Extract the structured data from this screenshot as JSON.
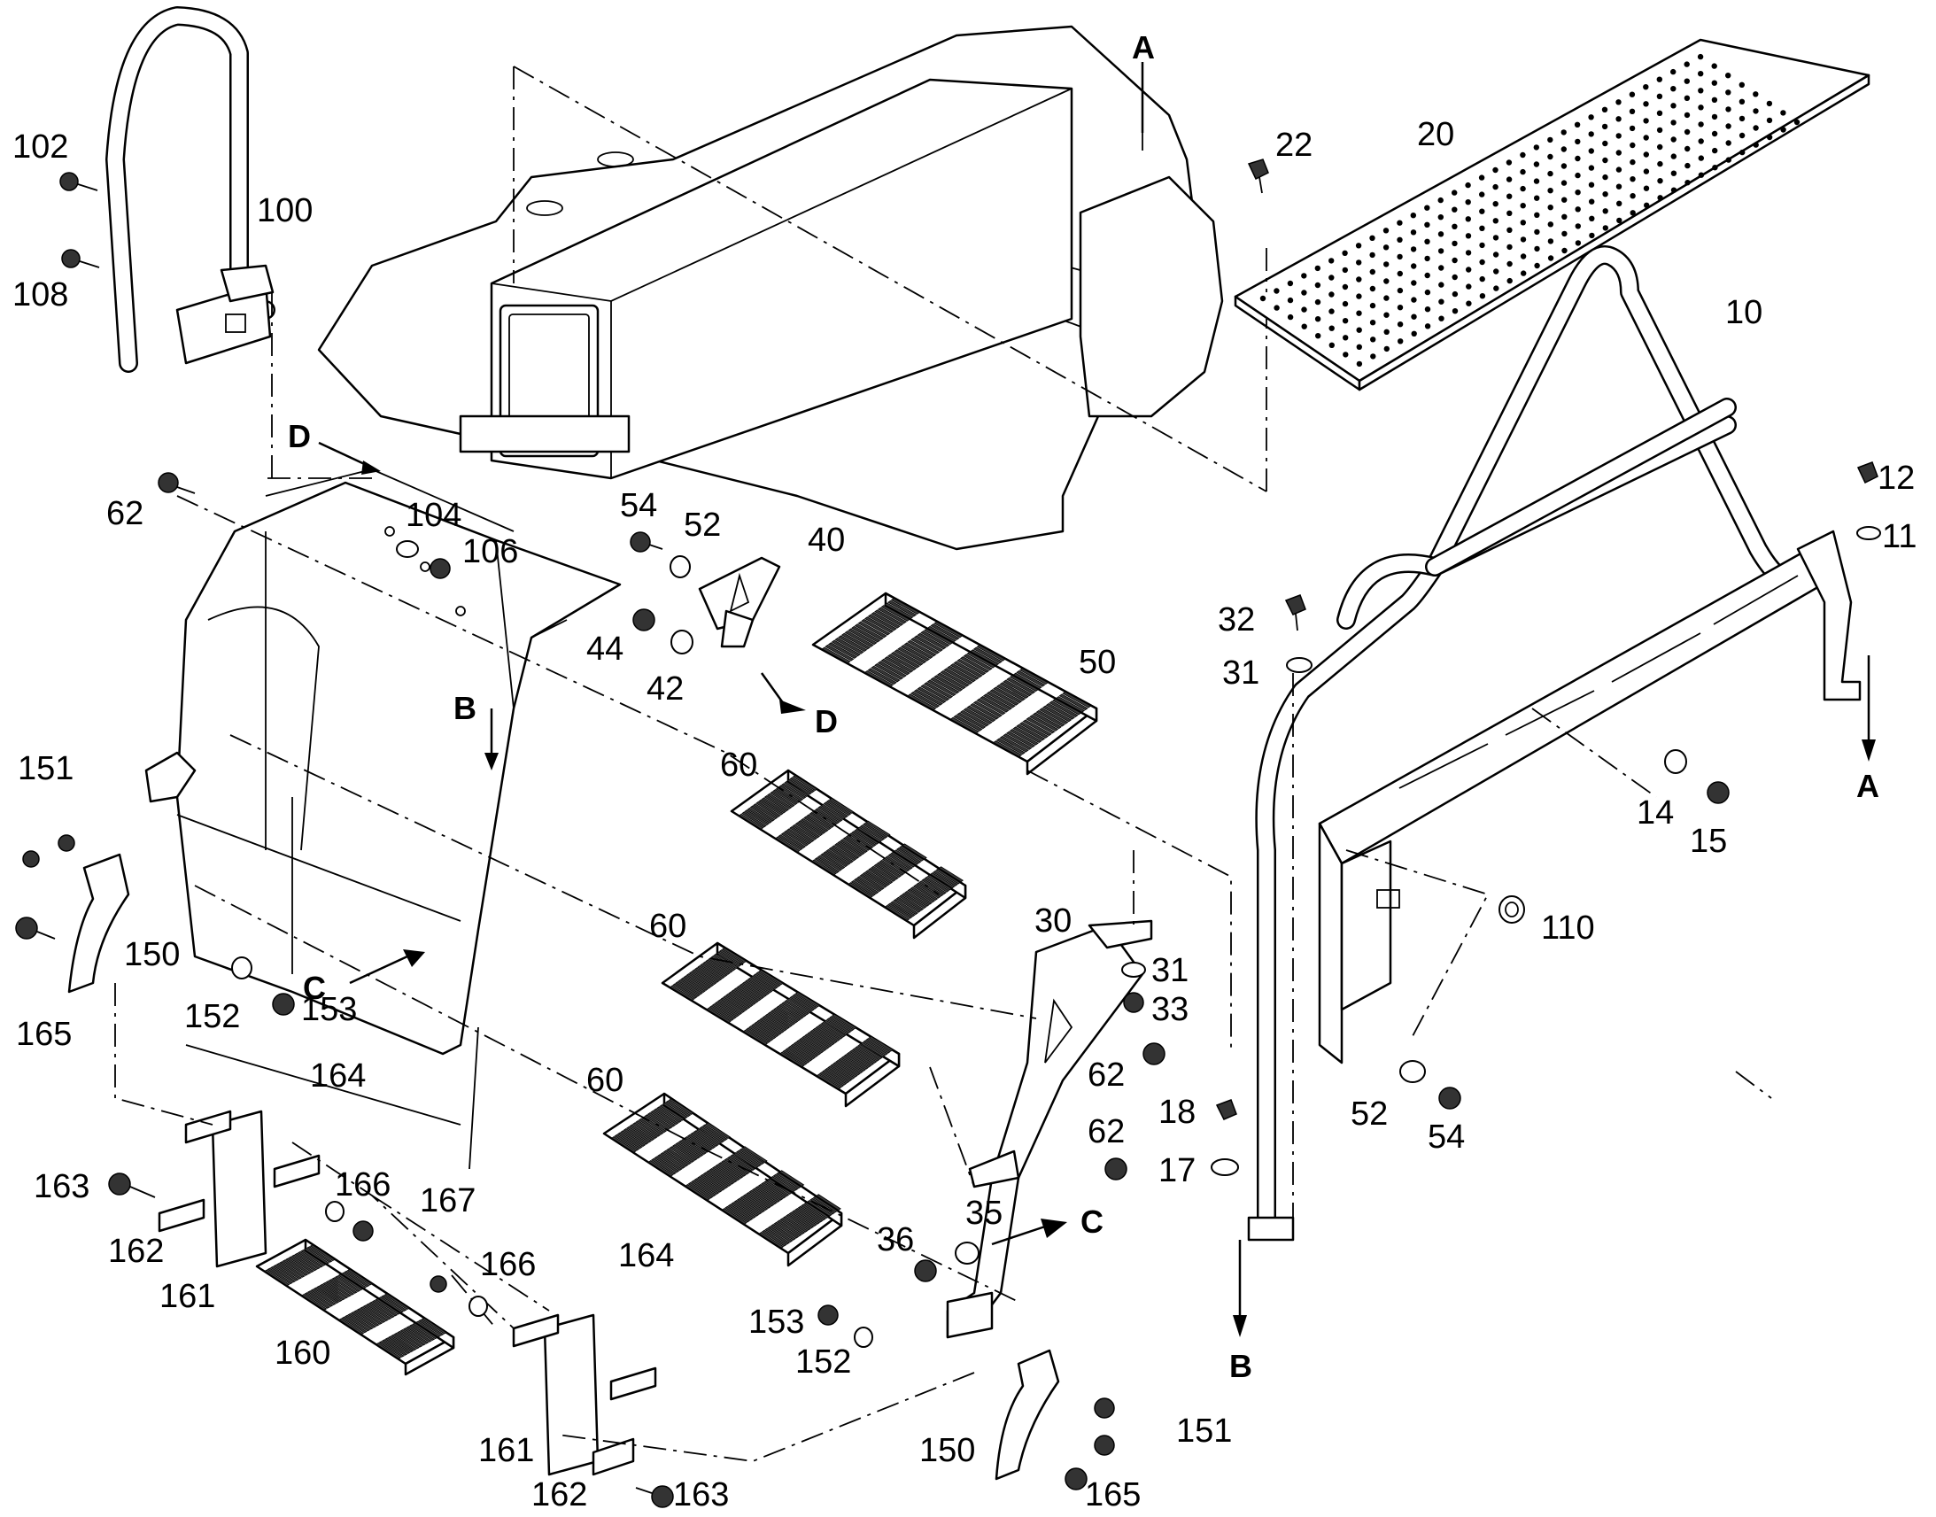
{
  "diagram": {
    "part_labels": [
      "102",
      "100",
      "108",
      "22",
      "20",
      "10",
      "12",
      "11",
      "62",
      "104",
      "106",
      "54",
      "52",
      "40",
      "32",
      "31",
      "44",
      "42",
      "50",
      "151",
      "60",
      "14",
      "15",
      "110",
      "150",
      "60",
      "30",
      "31",
      "33",
      "152",
      "153",
      "165",
      "62",
      "52",
      "54",
      "164",
      "62",
      "18",
      "17",
      "60",
      "163",
      "166",
      "167",
      "35",
      "36",
      "162",
      "166",
      "164",
      "161",
      "153",
      "152",
      "160",
      "150",
      "151",
      "161",
      "162",
      "163",
      "165"
    ],
    "section_markers": {
      "A_top": "A",
      "A_right": "A",
      "B_center": "B",
      "B_bottom": "B",
      "C_left": "C",
      "C_right": "C",
      "D_left": "D",
      "D_center": "D"
    }
  }
}
